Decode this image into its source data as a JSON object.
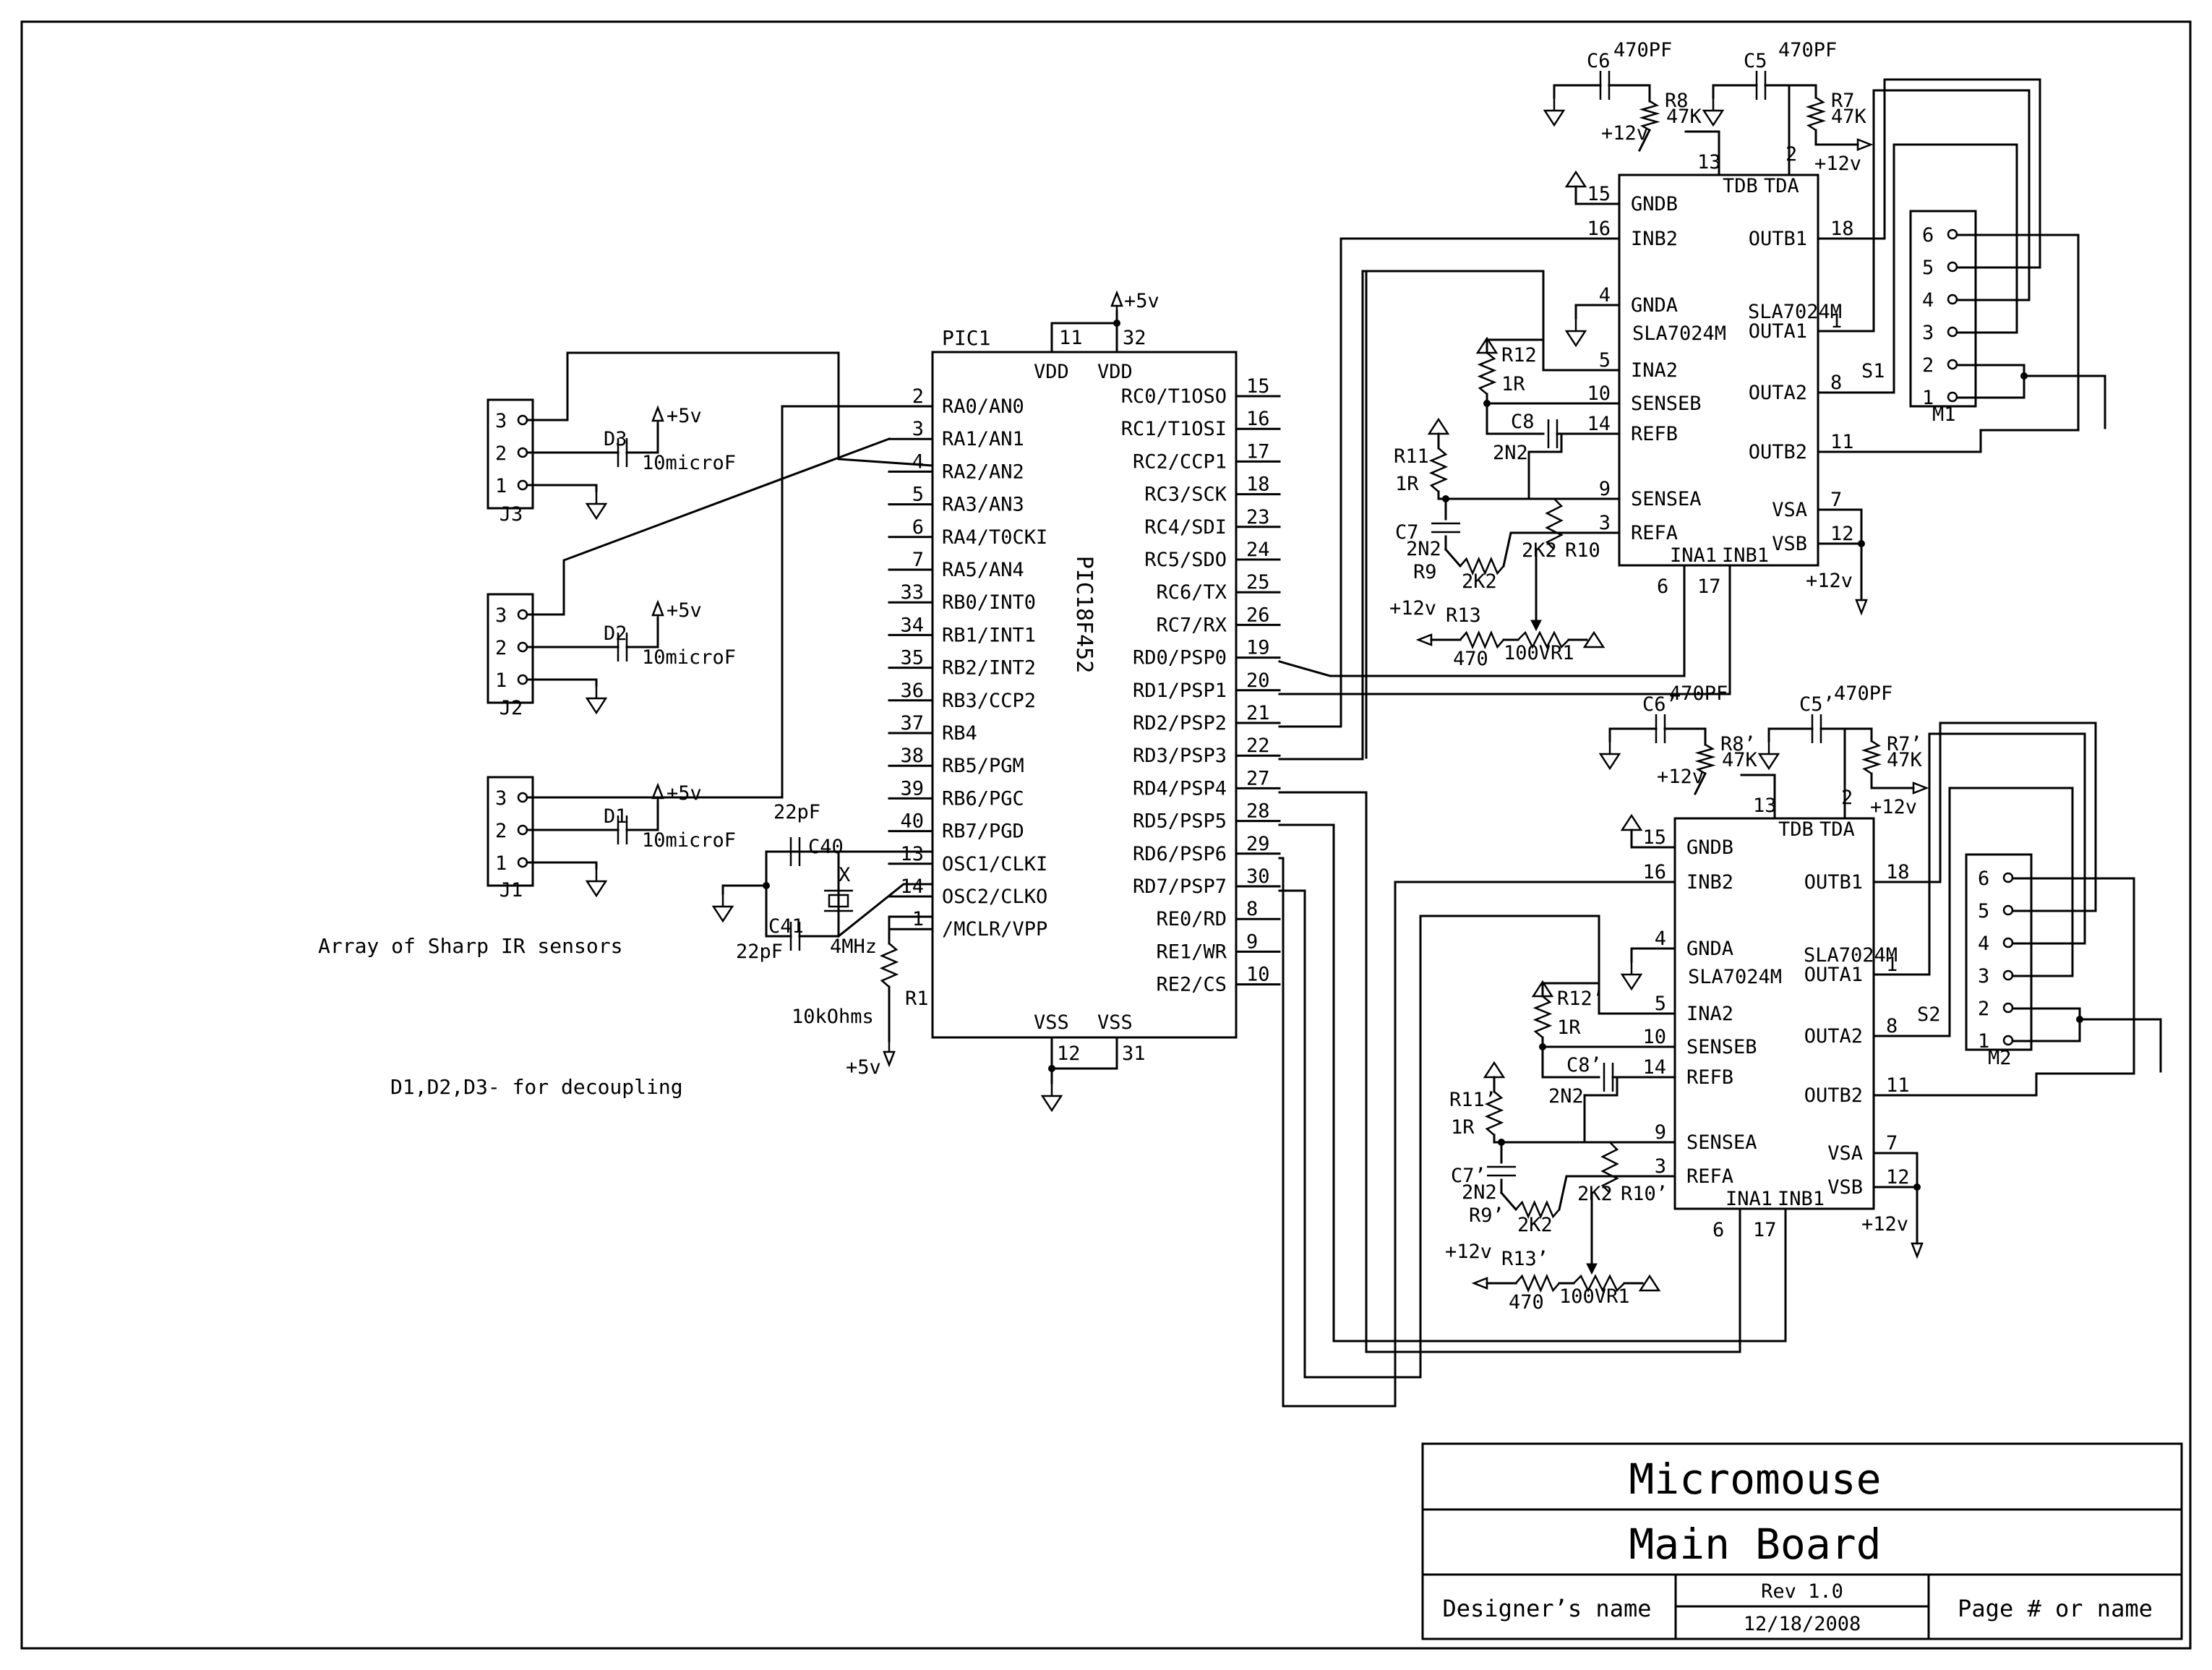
{
  "title_block": {
    "project": "Micromouse",
    "board": "Main Board",
    "designer": "Designer’s name",
    "revision": "Rev 1.0",
    "date": "12/18/2008",
    "page": "Page # or name"
  },
  "notes": {
    "sensor_array": "Array of Sharp IR sensors",
    "decoupling": "D1,D2,D3- for decoupling"
  },
  "mcu": {
    "ref": "PIC1",
    "part": "PIC18F452",
    "vdd_pins": [
      "11",
      "32"
    ],
    "vdd_label": "VDD",
    "vss_pins": [
      "12",
      "31"
    ],
    "vss_label": "VSS",
    "supply": "+5v",
    "left_pins": [
      {
        "num": "2",
        "name": "RA0/AN0"
      },
      {
        "num": "3",
        "name": "RA1/AN1"
      },
      {
        "num": "4",
        "name": "RA2/AN2"
      },
      {
        "num": "5",
        "name": "RA3/AN3"
      },
      {
        "num": "6",
        "name": "RA4/T0CKI"
      },
      {
        "num": "7",
        "name": "RA5/AN4"
      },
      {
        "num": "33",
        "name": "RB0/INT0"
      },
      {
        "num": "34",
        "name": "RB1/INT1"
      },
      {
        "num": "35",
        "name": "RB2/INT2"
      },
      {
        "num": "36",
        "name": "RB3/CCP2"
      },
      {
        "num": "37",
        "name": "RB4"
      },
      {
        "num": "38",
        "name": "RB5/PGM"
      },
      {
        "num": "39",
        "name": "RB6/PGC"
      },
      {
        "num": "40",
        "name": "RB7/PGD"
      },
      {
        "num": "13",
        "name": "OSC1/CLKI"
      },
      {
        "num": "14",
        "name": "OSC2/CLKO"
      },
      {
        "num": "1",
        "name": "/MCLR/VPP"
      }
    ],
    "right_pins": [
      {
        "num": "15",
        "name": "RC0/T1OSO"
      },
      {
        "num": "16",
        "name": "RC1/T1OSI"
      },
      {
        "num": "17",
        "name": "RC2/CCP1"
      },
      {
        "num": "18",
        "name": "RC3/SCK"
      },
      {
        "num": "23",
        "name": "RC4/SDI"
      },
      {
        "num": "24",
        "name": "RC5/SDO"
      },
      {
        "num": "25",
        "name": "RC6/TX"
      },
      {
        "num": "26",
        "name": "RC7/RX"
      },
      {
        "num": "19",
        "name": "RD0/PSP0"
      },
      {
        "num": "20",
        "name": "RD1/PSP1"
      },
      {
        "num": "21",
        "name": "RD2/PSP2"
      },
      {
        "num": "22",
        "name": "RD3/PSP3"
      },
      {
        "num": "27",
        "name": "RD4/PSP4"
      },
      {
        "num": "28",
        "name": "RD5/PSP5"
      },
      {
        "num": "29",
        "name": "RD6/PSP6"
      },
      {
        "num": "30",
        "name": "RD7/PSP7"
      },
      {
        "num": "8",
        "name": "RE0/RD"
      },
      {
        "num": "9",
        "name": "RE1/WR"
      },
      {
        "num": "10",
        "name": "RE2/CS"
      }
    ]
  },
  "clock": {
    "c40": "C40",
    "c41": "C41",
    "cap_value": "22pF",
    "crystal_ref": "X",
    "crystal_value": "4MHz",
    "r1": "R1",
    "r1_value": "10kOhms",
    "r1_supply": "+5v"
  },
  "sensors": [
    {
      "ref": "J3",
      "cap": "D3",
      "cap_value": "10microF",
      "supply": "+5v",
      "pins": [
        "3",
        "2",
        "1"
      ]
    },
    {
      "ref": "J2",
      "cap": "D2",
      "cap_value": "10microF",
      "supply": "+5v",
      "pins": [
        "3",
        "2",
        "1"
      ]
    },
    {
      "ref": "J1",
      "cap": "D1",
      "cap_value": "10microF",
      "supply": "+5v",
      "pins": [
        "3",
        "2",
        "1"
      ]
    }
  ],
  "drivers": [
    {
      "part": "SLA7024M",
      "motor": "M1",
      "switch": "S1",
      "motor_pins": [
        "6",
        "5",
        "4",
        "3",
        "2",
        "1"
      ],
      "supply": "+12v",
      "c6": "C6",
      "c5": "C5",
      "cap_470": "470PF",
      "r8": "R8",
      "r7": "R7",
      "r_47k": "47K",
      "r12": "R12",
      "r11": "R11",
      "r_1r": "1R",
      "c8": "C8",
      "c7": "C7",
      "cap_2n2": "2N2",
      "r9": "R9",
      "r10": "R10",
      "r_2k2": "2K2",
      "r13": "R13",
      "r13_value": "470",
      "vr1": "100VR1",
      "pins": {
        "tdb": "TDB",
        "tda": "TDA",
        "tdb_n": "13",
        "tda_n": "2",
        "gndb": "GNDB",
        "gndb_n": "15",
        "inb2": "INB2",
        "inb2_n": "16",
        "gnda": "GNDA",
        "gnda_n": "4",
        "ina2": "INA2",
        "ina2_n": "5",
        "senseb": "SENSEB",
        "senseb_n": "10",
        "refb": "REFB",
        "refb_n": "14",
        "sensea": "SENSEA",
        "sensea_n": "9",
        "refa": "REFA",
        "refa_n": "3",
        "ina1": "INA1",
        "ina1_n": "6",
        "inb1": "INB1",
        "inb1_n": "17",
        "outb1": "OUTB1",
        "outb1_n": "18",
        "outa1": "OUTA1",
        "outa1_n": "1",
        "outa2": "OUTA2",
        "outa2_n": "8",
        "outb2": "OUTB2",
        "outb2_n": "11",
        "vsa": "VSA",
        "vsa_n": "7",
        "vsb": "VSB",
        "vsb_n": "12"
      }
    },
    {
      "part": "SLA7024M",
      "motor": "M2",
      "switch": "S2",
      "motor_pins": [
        "6",
        "5",
        "4",
        "3",
        "2",
        "1"
      ],
      "supply": "+12v",
      "c6": "C6’",
      "c5": "C5’",
      "cap_470": "470PF",
      "r8": "R8’",
      "r7": "R7’",
      "r_47k": "47K",
      "r12": "R12’",
      "r11": "R11’",
      "r_1r": "1R",
      "c8": "C8’",
      "c7": "C7’",
      "cap_2n2": "2N2",
      "r9": "R9’",
      "r10": "R10’",
      "r_2k2": "2K2",
      "r13": "R13’",
      "r13_value": "470",
      "vr1": "100VR1",
      "pins": {
        "tdb": "TDB",
        "tda": "TDA",
        "tdb_n": "13",
        "tda_n": "2",
        "gndb": "GNDB",
        "gndb_n": "15",
        "inb2": "INB2",
        "inb2_n": "16",
        "gnda": "GNDA",
        "gnda_n": "4",
        "ina2": "INA2",
        "ina2_n": "5",
        "senseb": "SENSEB",
        "senseb_n": "10",
        "refb": "REFB",
        "refb_n": "14",
        "sensea": "SENSEA",
        "sensea_n": "9",
        "refa": "REFA",
        "refa_n": "3",
        "ina1": "INA1",
        "ina1_n": "6",
        "inb1": "INB1",
        "inb1_n": "17",
        "outb1": "OUTB1",
        "outb1_n": "18",
        "outa1": "OUTA1",
        "outa1_n": "1",
        "outa2": "OUTA2",
        "outa2_n": "8",
        "outb2": "OUTB2",
        "outb2_n": "11",
        "vsa": "VSA",
        "vsa_n": "7",
        "vsb": "VSB",
        "vsb_n": "12"
      }
    }
  ]
}
